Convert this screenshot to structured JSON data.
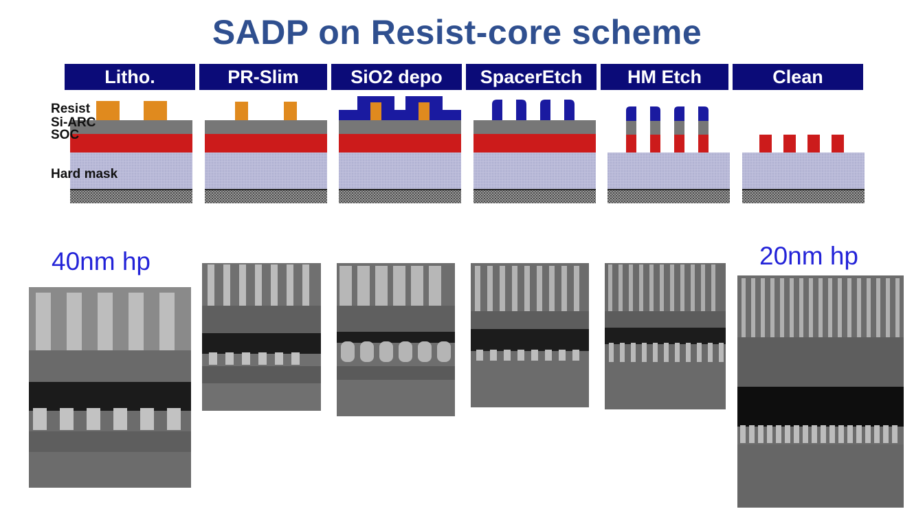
{
  "title": "SADP on Resist-core scheme",
  "steps": [
    "Litho.",
    "PR-Slim",
    "SiO2 depo",
    "SpacerEtch",
    "HM Etch",
    "Clean"
  ],
  "layers": [
    "Resist",
    "Si-ARC",
    "SOC",
    "Hard mask"
  ],
  "scale_labels": {
    "left": "40nm hp",
    "right": "20nm hp"
  },
  "colors": {
    "title": "#2f4f8f",
    "header_bg": "#0b0b78",
    "resist": "#e08a1e",
    "si_arc": "#777777",
    "soc": "#cc1b1b",
    "hard_mask": "#b9bad8",
    "spacer": "#1a1aa0",
    "label_blue": "#2323d8"
  },
  "sem_images": [
    {
      "name": "sem-litho"
    },
    {
      "name": "sem-pr-slim"
    },
    {
      "name": "sem-sio2-depo"
    },
    {
      "name": "sem-spacer-etch"
    },
    {
      "name": "sem-hm-etch"
    },
    {
      "name": "sem-clean"
    }
  ]
}
